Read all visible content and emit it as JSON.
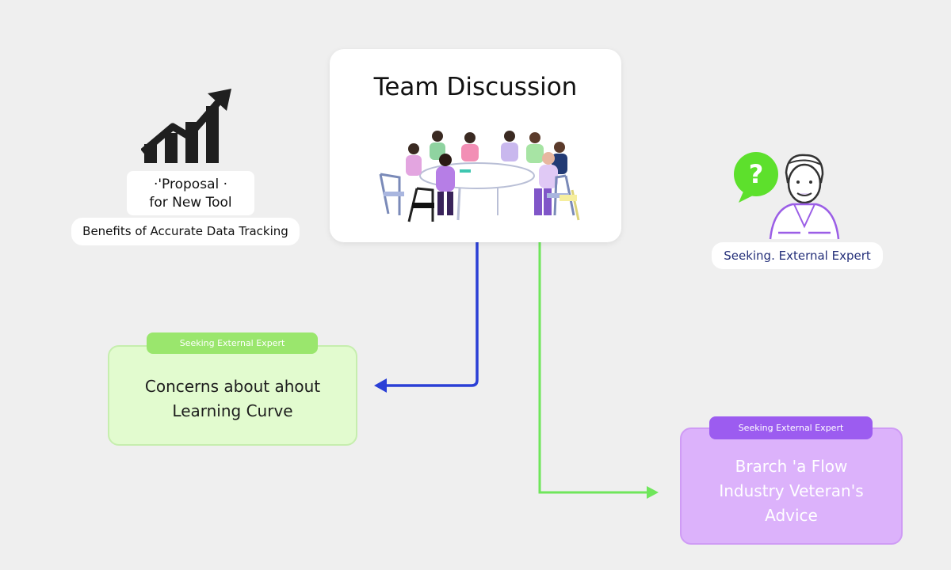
{
  "center": {
    "title": "Team Discussion"
  },
  "proposal": {
    "line1": "·'Proposal ·",
    "line2": "for New Tool",
    "benefits": "Benefits of Accurate Data Tracking"
  },
  "expert": {
    "label": "Seeking. External Expert"
  },
  "green_branch": {
    "tag": "Seeking External Expert",
    "line1": "Concerns about ahout",
    "line2": "Learning Curve"
  },
  "purple_branch": {
    "tag": "Seeking External Expert",
    "line1": "Brarch 'a Flow",
    "line2": "Industry Veteran's",
    "line3": "Advice"
  },
  "colors": {
    "blue_connector": "#2a3fd6",
    "green_connector": "#6fe65b",
    "green_tag": "#9ae66d",
    "purple_tag": "#9c5cf0",
    "question_bubble": "#5de02c"
  }
}
